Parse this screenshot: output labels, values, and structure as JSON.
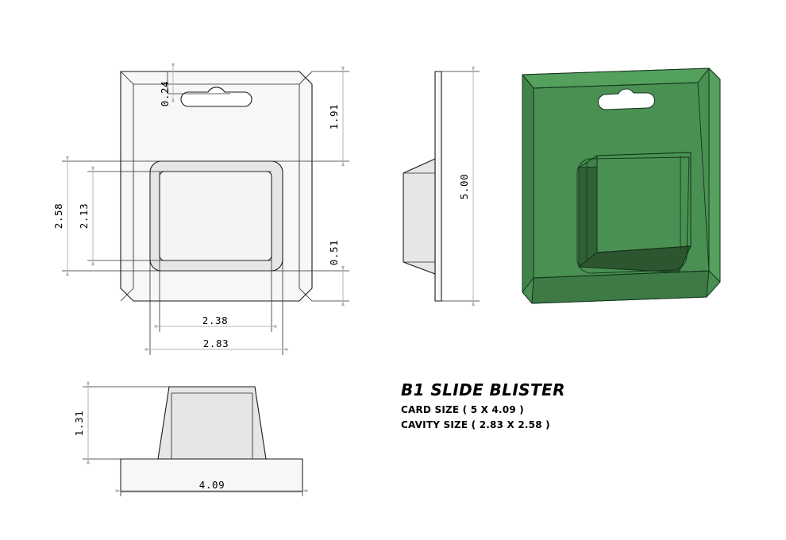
{
  "document": {
    "type": "technical-drawing",
    "background_color": "#ffffff"
  },
  "title_block": {
    "title": "B1 SLIDE BLISTER",
    "card_size_label": "CARD SIZE ( 5 X 4.09 )",
    "cavity_size_label": "CAVITY SIZE ( 2.83 X 2.58 )"
  },
  "views": {
    "front": {
      "name": "front-view",
      "dimensions": {
        "top_flange": "0.24",
        "upper_card": "1.91",
        "lower_card": "0.51",
        "cavity_height_outer": "2.58",
        "cavity_height_inner": "2.13",
        "cavity_width_inner": "2.38",
        "cavity_width_outer": "2.83"
      }
    },
    "side": {
      "name": "side-view",
      "dimensions": {
        "card_height": "5.00"
      }
    },
    "bottom": {
      "name": "bottom-section-view",
      "dimensions": {
        "cavity_depth": "1.31",
        "card_width": "4.09"
      }
    },
    "iso": {
      "name": "isometric-render-view",
      "colors": {
        "body": "#4a9053",
        "bevel_light": "#56a05f",
        "bevel_dark": "#3d7a46",
        "cavity_wall": "#2f6136",
        "cavity_floor": "#2c5530",
        "outline": "#12331a"
      }
    }
  },
  "styles": {
    "dimension_line_color": "#b4b4b4",
    "extension_line_color": "#2b2b2b",
    "outline_color": "#1a1a1a",
    "surface_fill": "#f4f4f4"
  }
}
